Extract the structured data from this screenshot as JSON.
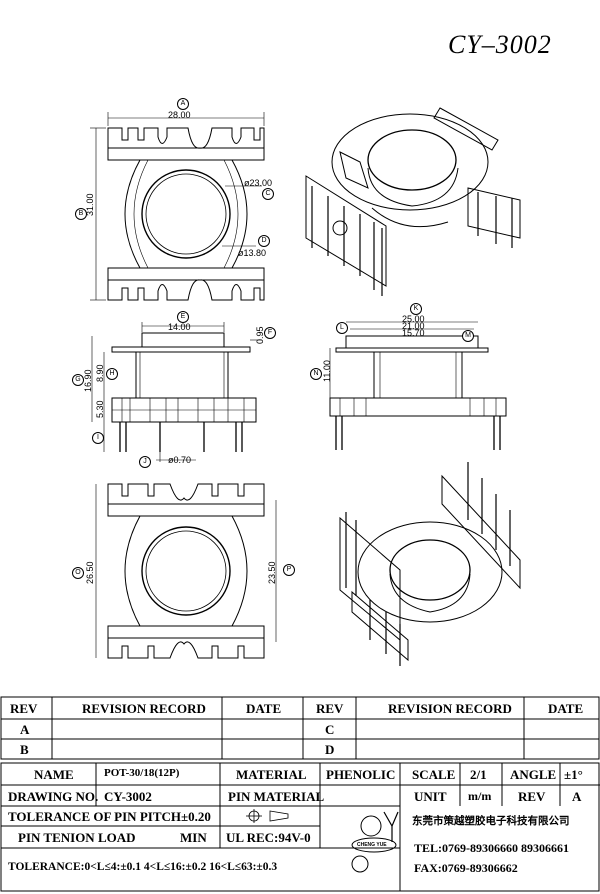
{
  "drawing": {
    "part_number_title": "CY–3002",
    "top_view": {
      "width": "28.00",
      "height": "31.00",
      "outer_dia": "ø23.00",
      "inner_dia": "ø13.80",
      "labels": {
        "width": "A",
        "height": "B",
        "outer": "C",
        "inner": "D"
      }
    },
    "side_view": {
      "width": "14.00",
      "flange": "0.95",
      "overall": "16.90",
      "body": "8.90",
      "pin_len": "5.30",
      "pin_dia": "ø0.70",
      "labels": {
        "width": "E",
        "flange": "F",
        "overall": "G",
        "body": "H",
        "pin_len": "I",
        "pin_dia": "J"
      }
    },
    "front_view": {
      "overall": "25.00",
      "mid": "21.00",
      "inner": "15.70",
      "height": "11.00",
      "labels": {
        "overall": "K",
        "mid": "L",
        "inner": "M",
        "height": "N"
      }
    },
    "bottom_view": {
      "height": "26.50",
      "inner": "23.50",
      "labels": {
        "height": "O",
        "inner": "P"
      }
    }
  },
  "revision_table": {
    "headers": {
      "rev": "REV",
      "record": "REVISION RECORD",
      "date": "DATE"
    },
    "rows_left": [
      "A",
      "B"
    ],
    "rows_right": [
      "C",
      "D"
    ]
  },
  "title_block": {
    "name_label": "NAME",
    "name_value": "POT-30/18(12P)",
    "material_label": "MATERIAL",
    "material_value": "PHENOLIC",
    "scale_label": "SCALE",
    "scale_value": "2/1",
    "angle_label": "ANGLE",
    "angle_value": "±1°",
    "drawing_no_label": "DRAWING NO.",
    "drawing_no_value": "CY-3002",
    "pin_material_label": "PIN MATERIAL",
    "unit_label": "UNIT",
    "unit_value": "m/m",
    "rev_label": "REV",
    "rev_value": "A",
    "pitch_tolerance": "TOLERANCE OF PIN PITCH±0.20",
    "pin_tension_label": "PIN TENION LOAD",
    "pin_tension_value": "MIN",
    "ul_rec": "UL REC:94V-0",
    "tolerance_note": "TOLERANCE:0<L≤4:±0.1  4<L≤16:±0.2  16<L≤63:±0.3",
    "company_name": "东莞市策越塑胶电子科技有限公司",
    "tel": "TEL:0769-89306660 89306661",
    "fax": "FAX:0769-89306662",
    "logo_text": "CHENG YUE"
  }
}
